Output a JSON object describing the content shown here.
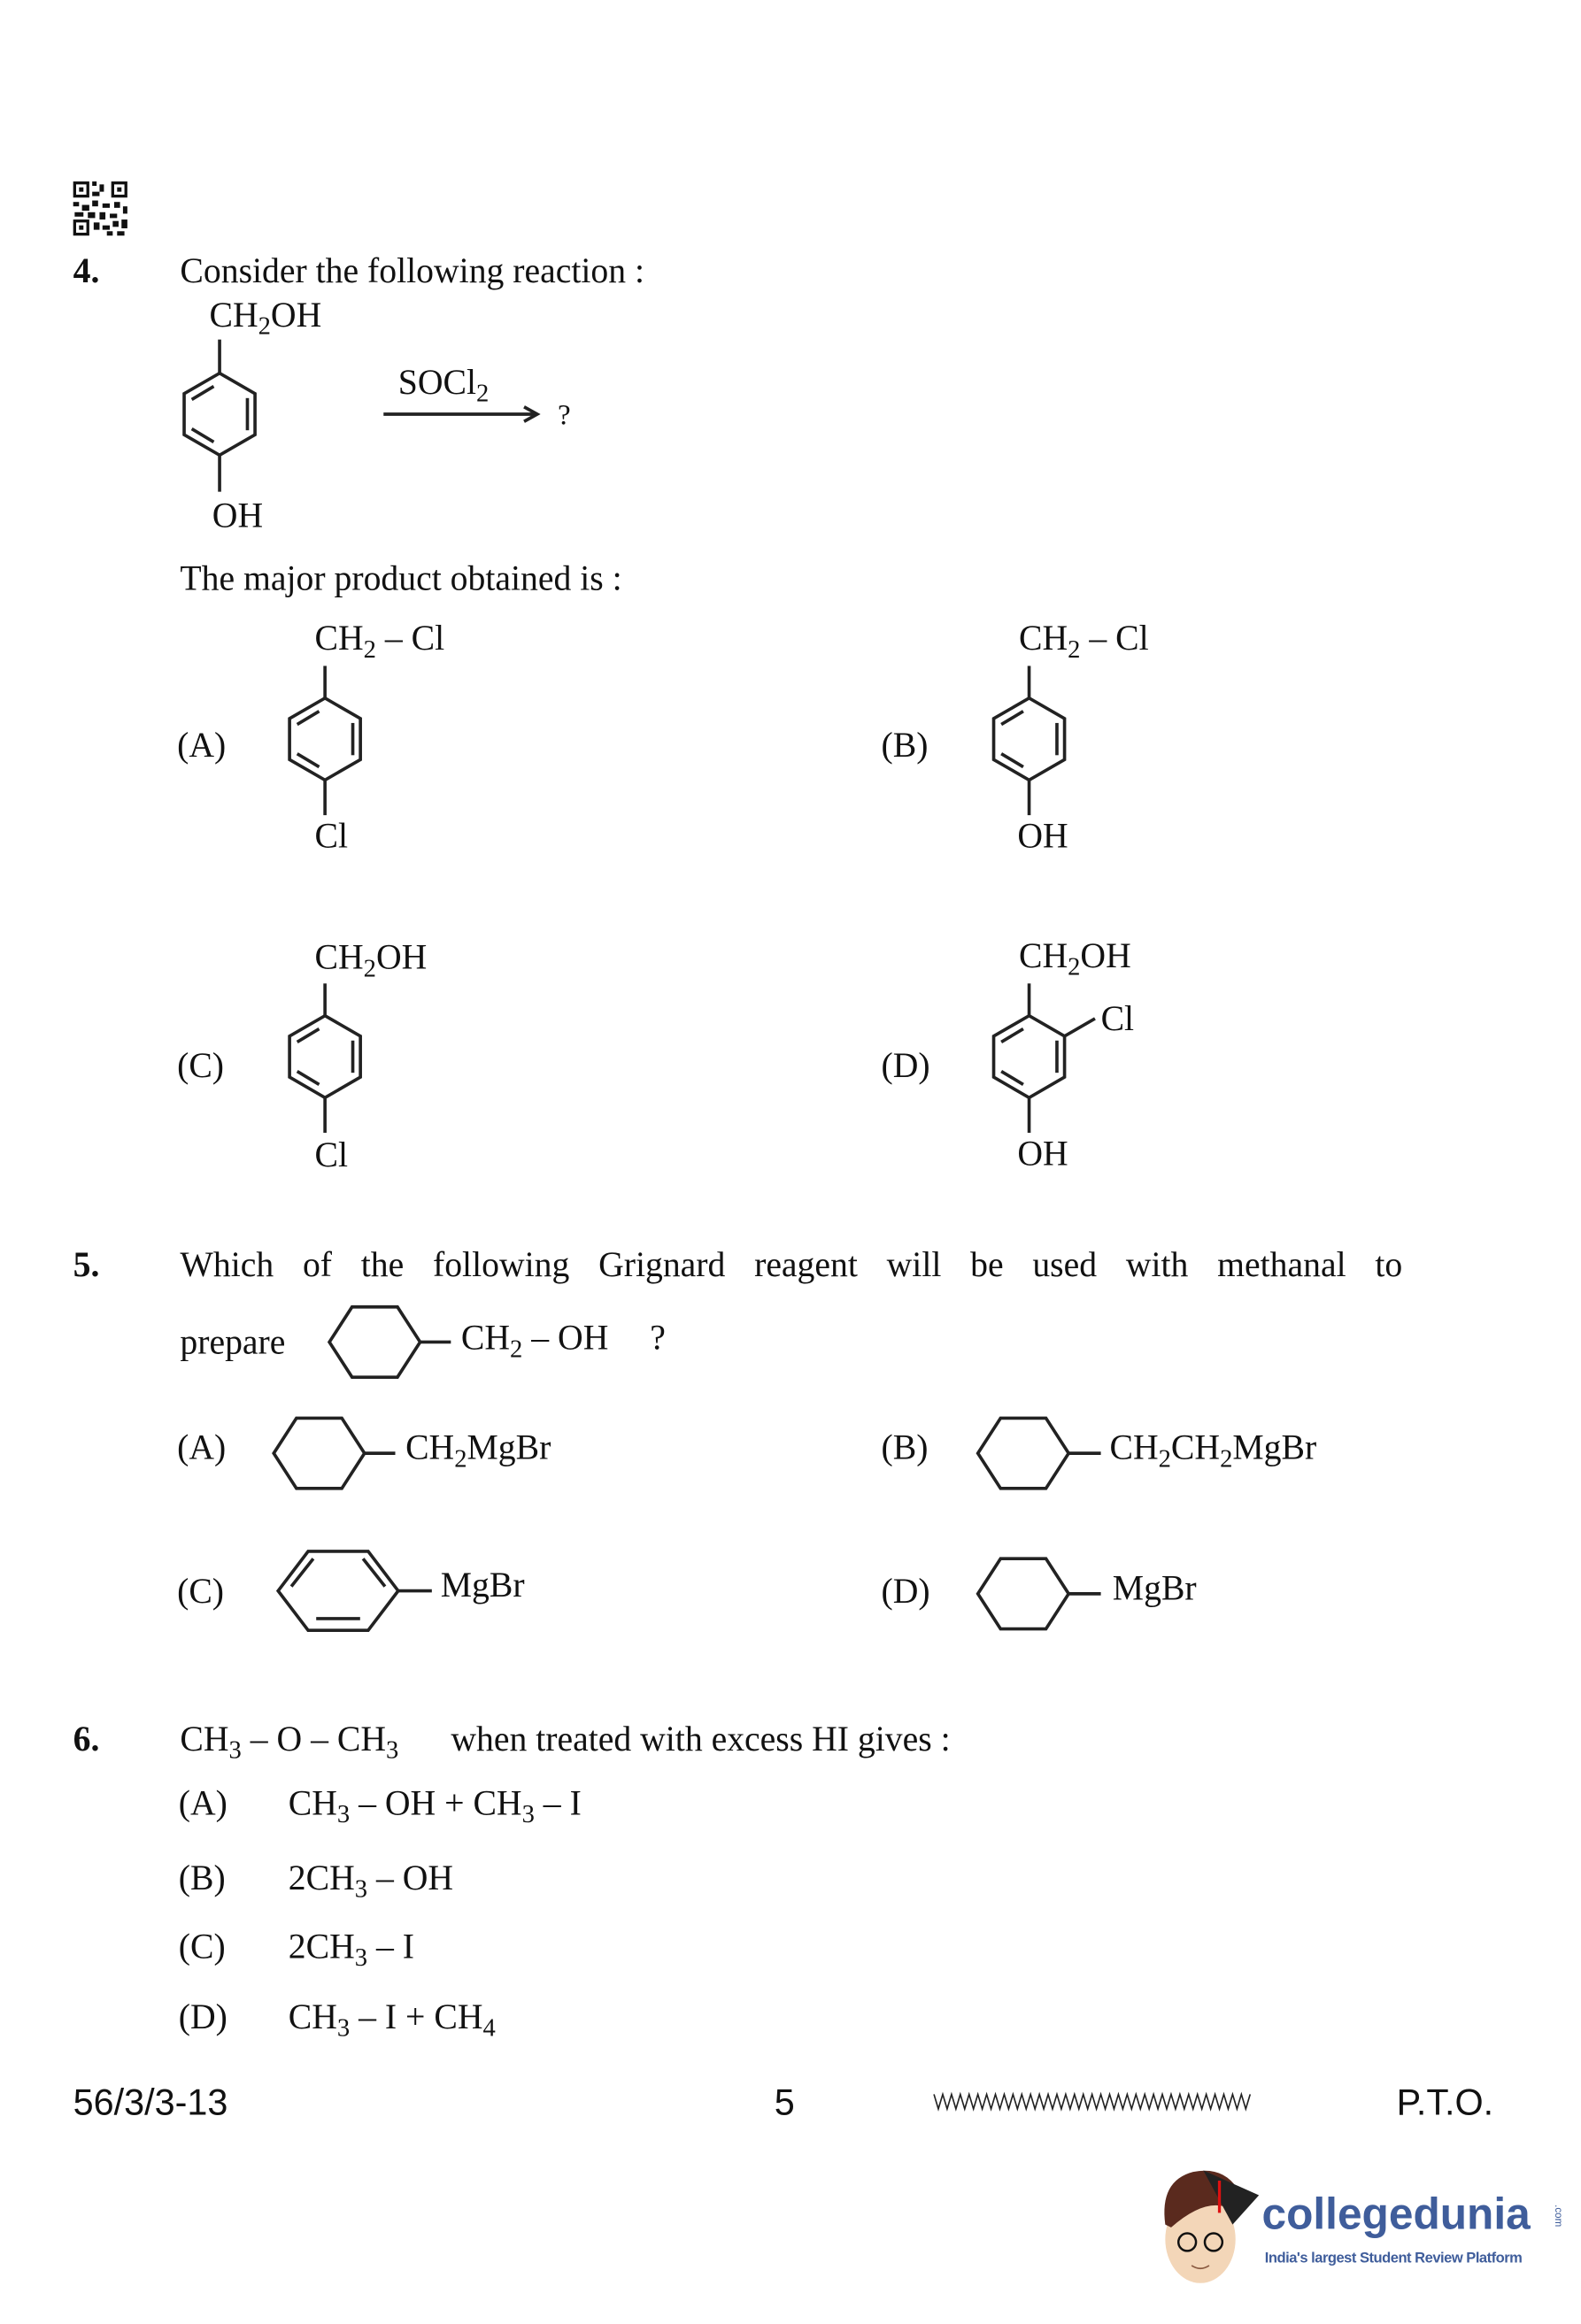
{
  "q4": {
    "number": "4.",
    "prompt": "Consider the following reaction :",
    "reactant_top": "CH₂OH",
    "reactant_bottom": "OH",
    "reagent": "SOCl₂",
    "product": "?",
    "question": "The major product obtained is :",
    "options": [
      {
        "label": "(A)",
        "top": "CH₂ – Cl",
        "bottom": "Cl"
      },
      {
        "label": "(B)",
        "top": "CH₂ – Cl",
        "bottom": "OH"
      },
      {
        "label": "(C)",
        "top": "CH₂OH",
        "bottom": "Cl"
      },
      {
        "label": "(D)",
        "top": "CH₂OH",
        "bottom": "OH",
        "side": "Cl"
      }
    ]
  },
  "q5": {
    "number": "5.",
    "prompt_line1": "Which of the following Grignard reagent will be used with methanal to",
    "prompt_prefix": "prepare",
    "target_group": "CH₂ – OH",
    "target_suffix": "?",
    "options": [
      {
        "label": "(A)",
        "group": "CH₂MgBr"
      },
      {
        "label": "(B)",
        "group": "CH₂CH₂MgBr"
      },
      {
        "label": "(C)",
        "group": "MgBr"
      },
      {
        "label": "(D)",
        "group": "MgBr"
      }
    ]
  },
  "q6": {
    "number": "6.",
    "prompt_formula": "CH₃ – O – CH₃",
    "prompt_text": "when treated with excess HI gives :",
    "options": [
      {
        "label": "(A)",
        "text": "CH₃ – OH + CH₃ – I"
      },
      {
        "label": "(B)",
        "text": "2CH₃ – OH"
      },
      {
        "label": "(C)",
        "text": "2CH₃ – I"
      },
      {
        "label": "(D)",
        "text": "CH₃ – I + CH₄"
      }
    ]
  },
  "footer": {
    "code": "56/3/3-13",
    "page": "5",
    "pto": "P.T.O."
  },
  "logo": {
    "name": "collegedunia",
    "suffix": ".com",
    "tagline": "India's largest Student Review Platform",
    "color": "#3f5d9b"
  }
}
